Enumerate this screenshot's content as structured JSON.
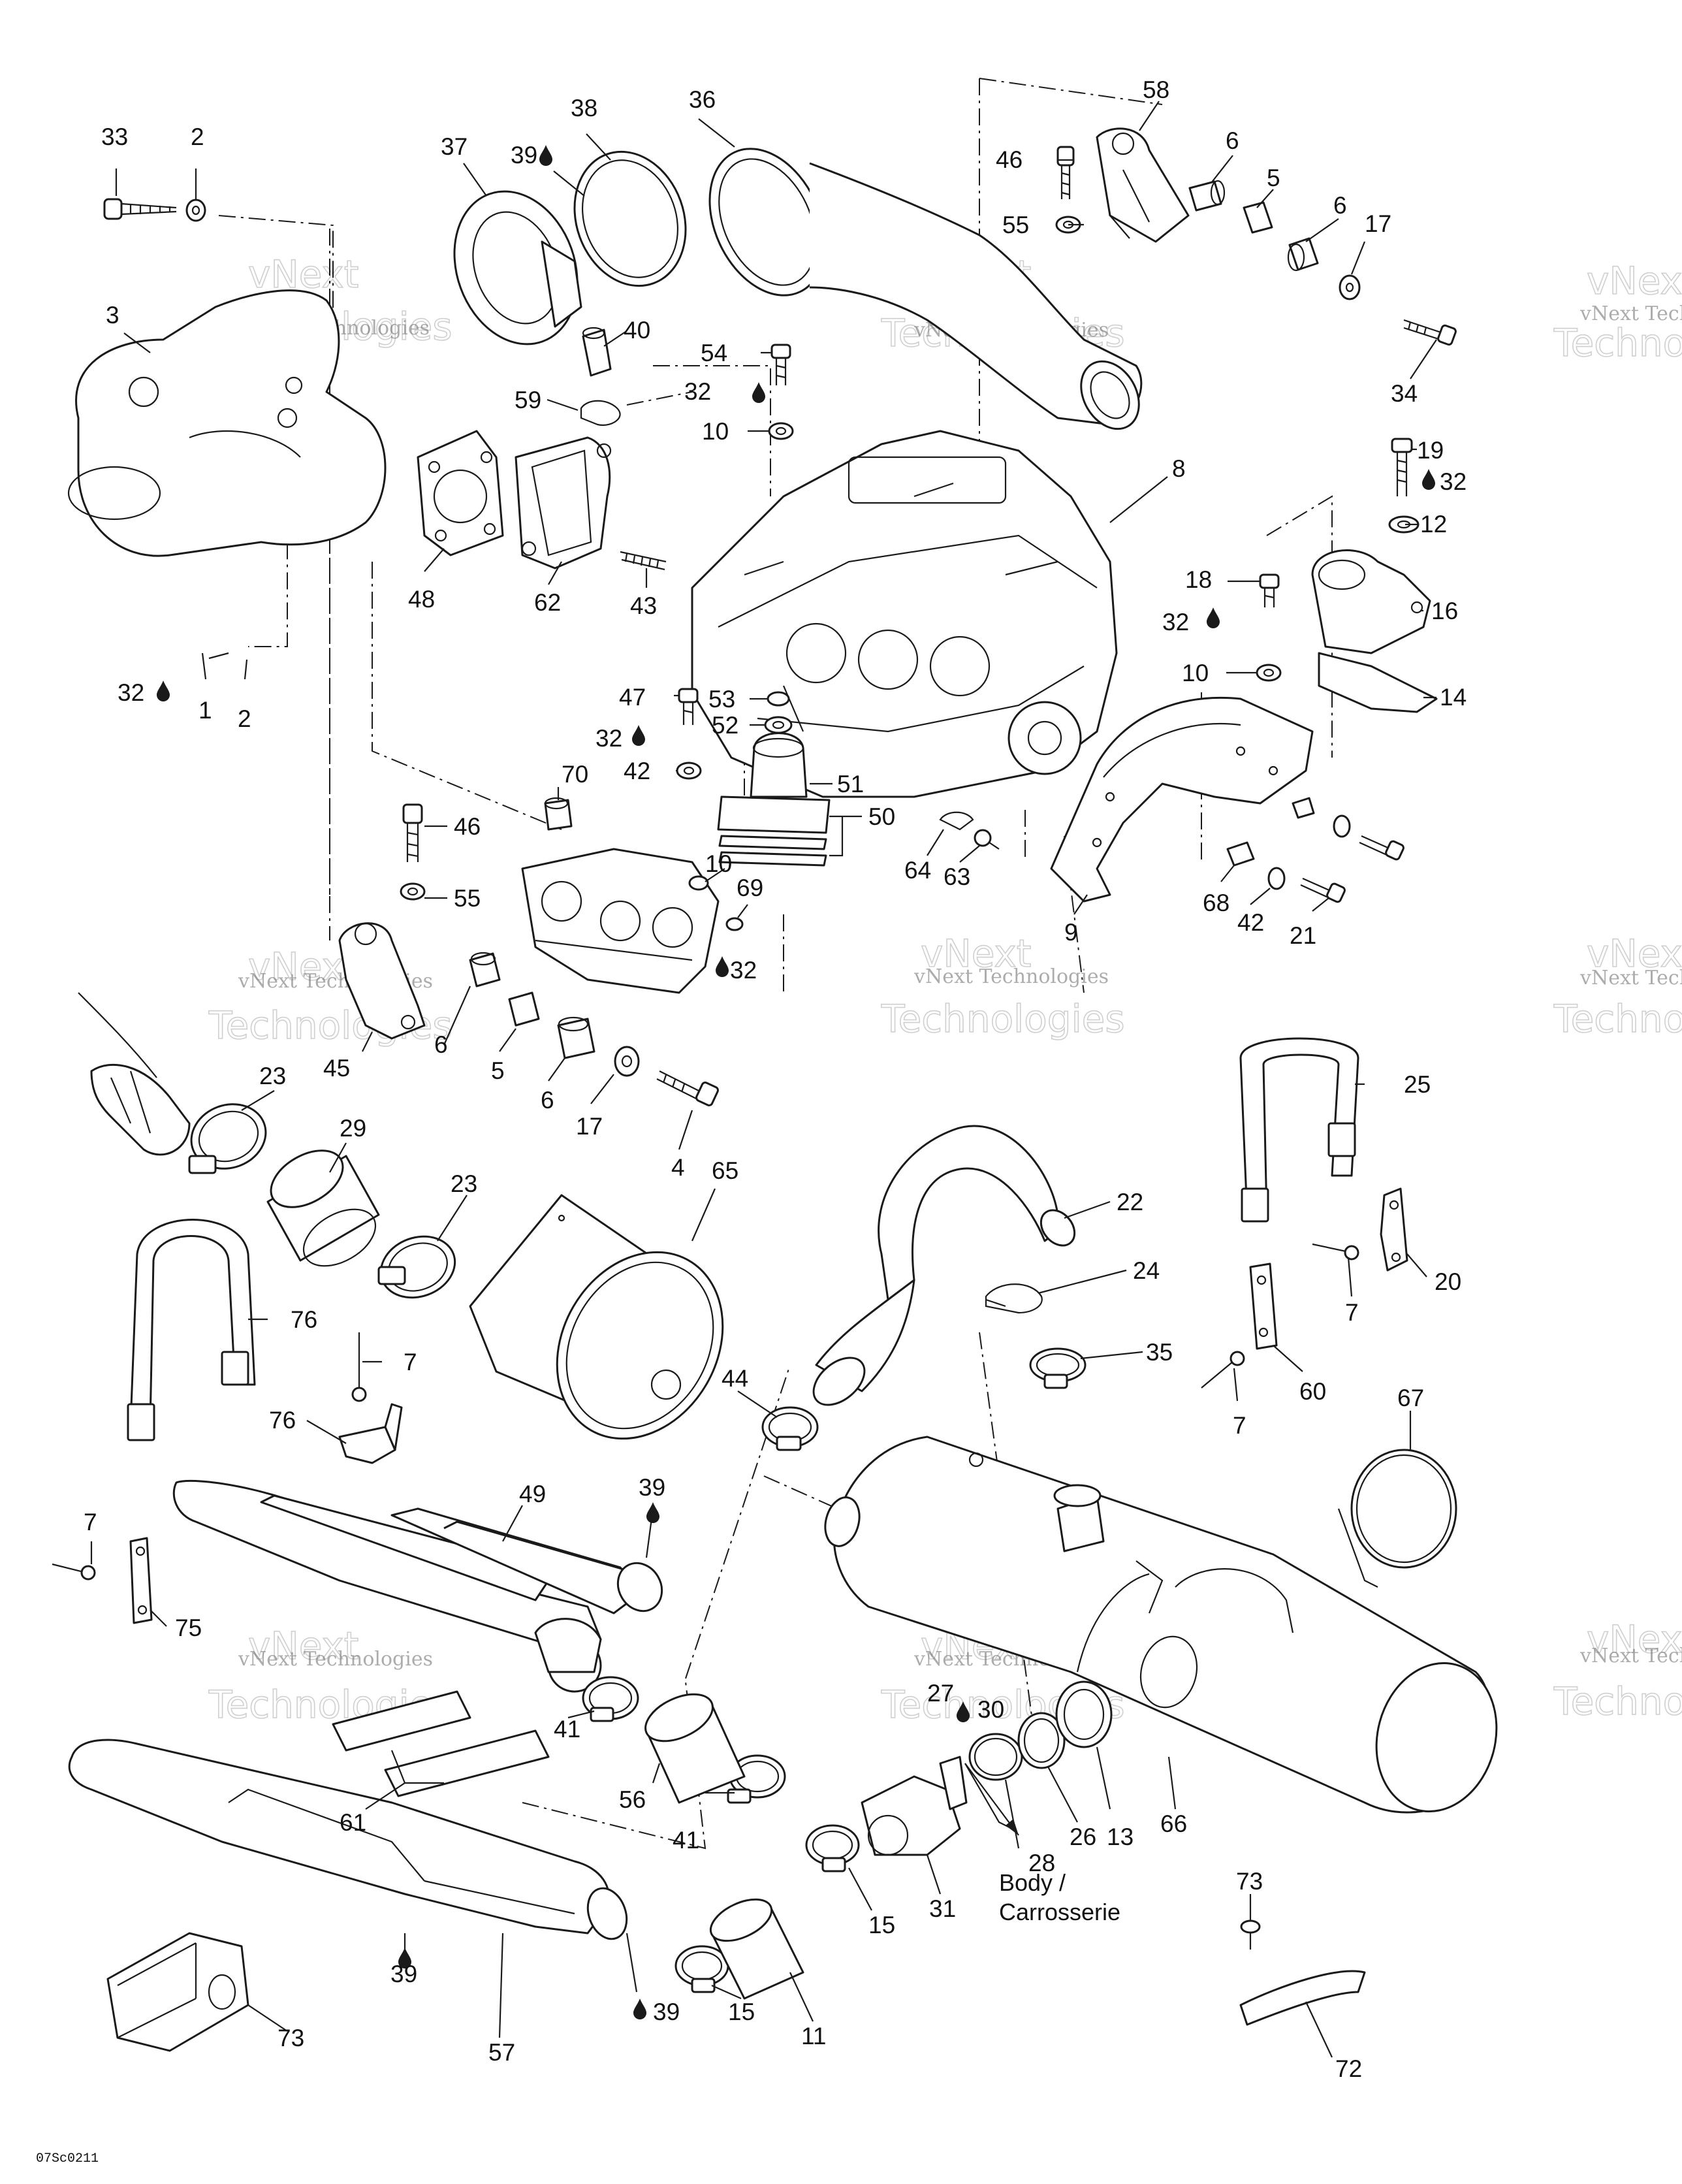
{
  "callouts": [
    {
      "id": "c-33",
      "text": "33"
    },
    {
      "id": "c-2a",
      "text": "2"
    },
    {
      "id": "c-3",
      "text": "3"
    },
    {
      "id": "c-37",
      "text": "37"
    },
    {
      "id": "c-38",
      "text": "38"
    },
    {
      "id": "c-39a",
      "text": "39"
    },
    {
      "id": "c-36",
      "text": "36"
    },
    {
      "id": "c-58",
      "text": "58"
    },
    {
      "id": "c-46a",
      "text": "46"
    },
    {
      "id": "c-6a",
      "text": "6"
    },
    {
      "id": "c-5a",
      "text": "5"
    },
    {
      "id": "c-6b",
      "text": "6"
    },
    {
      "id": "c-17a",
      "text": "17"
    },
    {
      "id": "c-55a",
      "text": "55"
    },
    {
      "id": "c-34",
      "text": "34"
    },
    {
      "id": "c-40",
      "text": "40"
    },
    {
      "id": "c-54",
      "text": "54"
    },
    {
      "id": "c-32a",
      "text": "32"
    },
    {
      "id": "c-10a",
      "text": "10"
    },
    {
      "id": "c-59",
      "text": "59"
    },
    {
      "id": "c-8",
      "text": "8"
    },
    {
      "id": "c-19",
      "text": "19"
    },
    {
      "id": "c-32b",
      "text": "32"
    },
    {
      "id": "c-12",
      "text": "12"
    },
    {
      "id": "c-48",
      "text": "48"
    },
    {
      "id": "c-62",
      "text": "62"
    },
    {
      "id": "c-43",
      "text": "43"
    },
    {
      "id": "c-18",
      "text": "18"
    },
    {
      "id": "c-16",
      "text": "16"
    },
    {
      "id": "c-32c",
      "text": "32"
    },
    {
      "id": "c-10b",
      "text": "10"
    },
    {
      "id": "c-14",
      "text": "14"
    },
    {
      "id": "c-32d",
      "text": "32"
    },
    {
      "id": "c-1",
      "text": "1"
    },
    {
      "id": "c-2b",
      "text": "2"
    },
    {
      "id": "c-47",
      "text": "47"
    },
    {
      "id": "c-53",
      "text": "53"
    },
    {
      "id": "c-52",
      "text": "52"
    },
    {
      "id": "c-32e",
      "text": "32"
    },
    {
      "id": "c-42a",
      "text": "42"
    },
    {
      "id": "c-51",
      "text": "51"
    },
    {
      "id": "c-50",
      "text": "50"
    },
    {
      "id": "c-70",
      "text": "70"
    },
    {
      "id": "c-46b",
      "text": "46"
    },
    {
      "id": "c-55b",
      "text": "55"
    },
    {
      "id": "c-64",
      "text": "64"
    },
    {
      "id": "c-63",
      "text": "63"
    },
    {
      "id": "c-9",
      "text": "9"
    },
    {
      "id": "c-68",
      "text": "68"
    },
    {
      "id": "c-42b",
      "text": "42"
    },
    {
      "id": "c-21",
      "text": "21"
    },
    {
      "id": "c-10c",
      "text": "10"
    },
    {
      "id": "c-69",
      "text": "69"
    },
    {
      "id": "c-32f",
      "text": "32"
    },
    {
      "id": "c-45",
      "text": "45"
    },
    {
      "id": "c-6c",
      "text": "6"
    },
    {
      "id": "c-5b",
      "text": "5"
    },
    {
      "id": "c-6d",
      "text": "6"
    },
    {
      "id": "c-17b",
      "text": "17"
    },
    {
      "id": "c-4",
      "text": "4"
    },
    {
      "id": "c-23a",
      "text": "23"
    },
    {
      "id": "c-29",
      "text": "29"
    },
    {
      "id": "c-23b",
      "text": "23"
    },
    {
      "id": "c-65",
      "text": "65"
    },
    {
      "id": "c-22",
      "text": "22"
    },
    {
      "id": "c-25",
      "text": "25"
    },
    {
      "id": "c-24",
      "text": "24"
    },
    {
      "id": "c-20",
      "text": "20"
    },
    {
      "id": "c-7a",
      "text": "7"
    },
    {
      "id": "c-76a",
      "text": "76"
    },
    {
      "id": "c-7b",
      "text": "7"
    },
    {
      "id": "c-76b",
      "text": "76"
    },
    {
      "id": "c-44",
      "text": "44"
    },
    {
      "id": "c-35",
      "text": "35"
    },
    {
      "id": "c-60",
      "text": "60"
    },
    {
      "id": "c-7c",
      "text": "7"
    },
    {
      "id": "c-67",
      "text": "67"
    },
    {
      "id": "c-7d",
      "text": "7"
    },
    {
      "id": "c-75",
      "text": "75"
    },
    {
      "id": "c-49",
      "text": "49"
    },
    {
      "id": "c-39b",
      "text": "39"
    },
    {
      "id": "c-61",
      "text": "61"
    },
    {
      "id": "c-41a",
      "text": "41"
    },
    {
      "id": "c-56",
      "text": "56"
    },
    {
      "id": "c-41b",
      "text": "41"
    },
    {
      "id": "c-27",
      "text": "27"
    },
    {
      "id": "c-30",
      "text": "30"
    },
    {
      "id": "c-28",
      "text": "28"
    },
    {
      "id": "c-26",
      "text": "26"
    },
    {
      "id": "c-13",
      "text": "13"
    },
    {
      "id": "c-66",
      "text": "66"
    },
    {
      "id": "c-31",
      "text": "31"
    },
    {
      "id": "c-15a",
      "text": "15"
    },
    {
      "id": "c-15b",
      "text": "15"
    },
    {
      "id": "c-11",
      "text": "11"
    },
    {
      "id": "c-73a",
      "text": "73"
    },
    {
      "id": "c-72",
      "text": "72"
    },
    {
      "id": "c-39c",
      "text": "39"
    },
    {
      "id": "c-39d",
      "text": "39"
    },
    {
      "id": "c-57",
      "text": "57"
    },
    {
      "id": "c-73b",
      "text": "73"
    }
  ],
  "notes": {
    "body_line1": "Body /",
    "body_line2": "Carrosserie",
    "drawing_code": "07Sc0211"
  },
  "watermark": {
    "line1": "vNext Technologies",
    "line2": "Technologies",
    "line3": "vNext"
  },
  "colors": {
    "ink": "#1a1a1a",
    "background": "#ffffff",
    "watermark": "#a0a0a0"
  }
}
